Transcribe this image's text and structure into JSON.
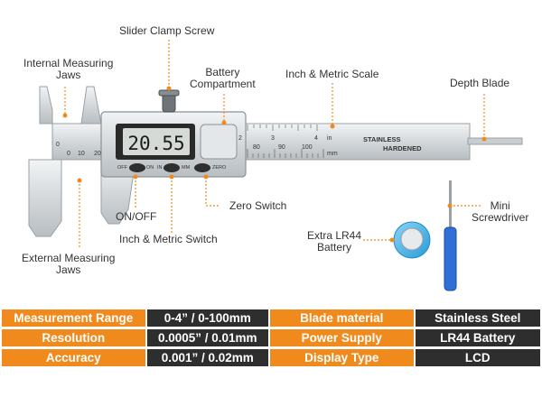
{
  "colors": {
    "accent": "#f08a1c",
    "dark": "#2e2e2e",
    "steel": "#d9dde0",
    "battery": "#4fb6ea",
    "driver": "#2f6fd6"
  },
  "callouts": {
    "slider_clamp_screw": "Slider Clamp Screw",
    "internal_jaws_1": "Internal Measuring",
    "internal_jaws_2": "Jaws",
    "battery_compartment_1": "Battery",
    "battery_compartment_2": "Compartment",
    "scale": "Inch & Metric Scale",
    "depth_blade": "Depth Blade",
    "zero_switch": "Zero Switch",
    "on_off": "ON/OFF",
    "inch_metric_switch": "Inch & Metric Switch",
    "external_jaws_1": "External Measuring",
    "external_jaws_2": "Jaws",
    "extra_battery_1": "Extra LR44",
    "extra_battery_2": "Battery",
    "mini_screwdriver_1": "Mini",
    "mini_screwdriver_2": "Screwdriver"
  },
  "device": {
    "display_reading": "20.55",
    "btn_off": "OFF",
    "btn_on": "ON",
    "btn_in": "IN",
    "btn_mm": "MM",
    "btn_zero": "ZERO",
    "blade_text_1": "STAINLESS",
    "blade_text_2": "HARDENED",
    "unit_in": "in",
    "unit_mm": "mm",
    "scale_top": [
      "2",
      "3",
      "4"
    ],
    "scale_bottom": [
      "80",
      "90",
      "100"
    ],
    "vernier_numbers": [
      "0",
      "10",
      "20"
    ],
    "vernier_zero": "0"
  },
  "specs": [
    {
      "label": "Measurement Range",
      "value": "0-4” / 0-100mm",
      "label2": "Blade material",
      "value2": "Stainless Steel"
    },
    {
      "label": "Resolution",
      "value": "0.0005” / 0.01mm",
      "label2": "Power Supply",
      "value2": "LR44 Battery"
    },
    {
      "label": "Accuracy",
      "value": "0.001” / 0.02mm",
      "label2": "Display Type",
      "value2": "LCD"
    }
  ]
}
